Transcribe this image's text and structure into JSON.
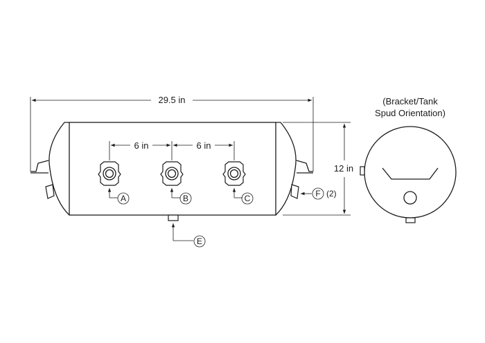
{
  "dimensions": {
    "overall_length": "29.5 in",
    "port_spacing_left": "6 in",
    "port_spacing_right": "6 in",
    "diameter": "12 in"
  },
  "callouts": {
    "a": "A",
    "b": "B",
    "c": "C",
    "e": "E",
    "f": "F",
    "f_qty": "(2)"
  },
  "end_view": {
    "caption_line1": "(Bracket/Tank",
    "caption_line2": "Spud Orientation)"
  }
}
